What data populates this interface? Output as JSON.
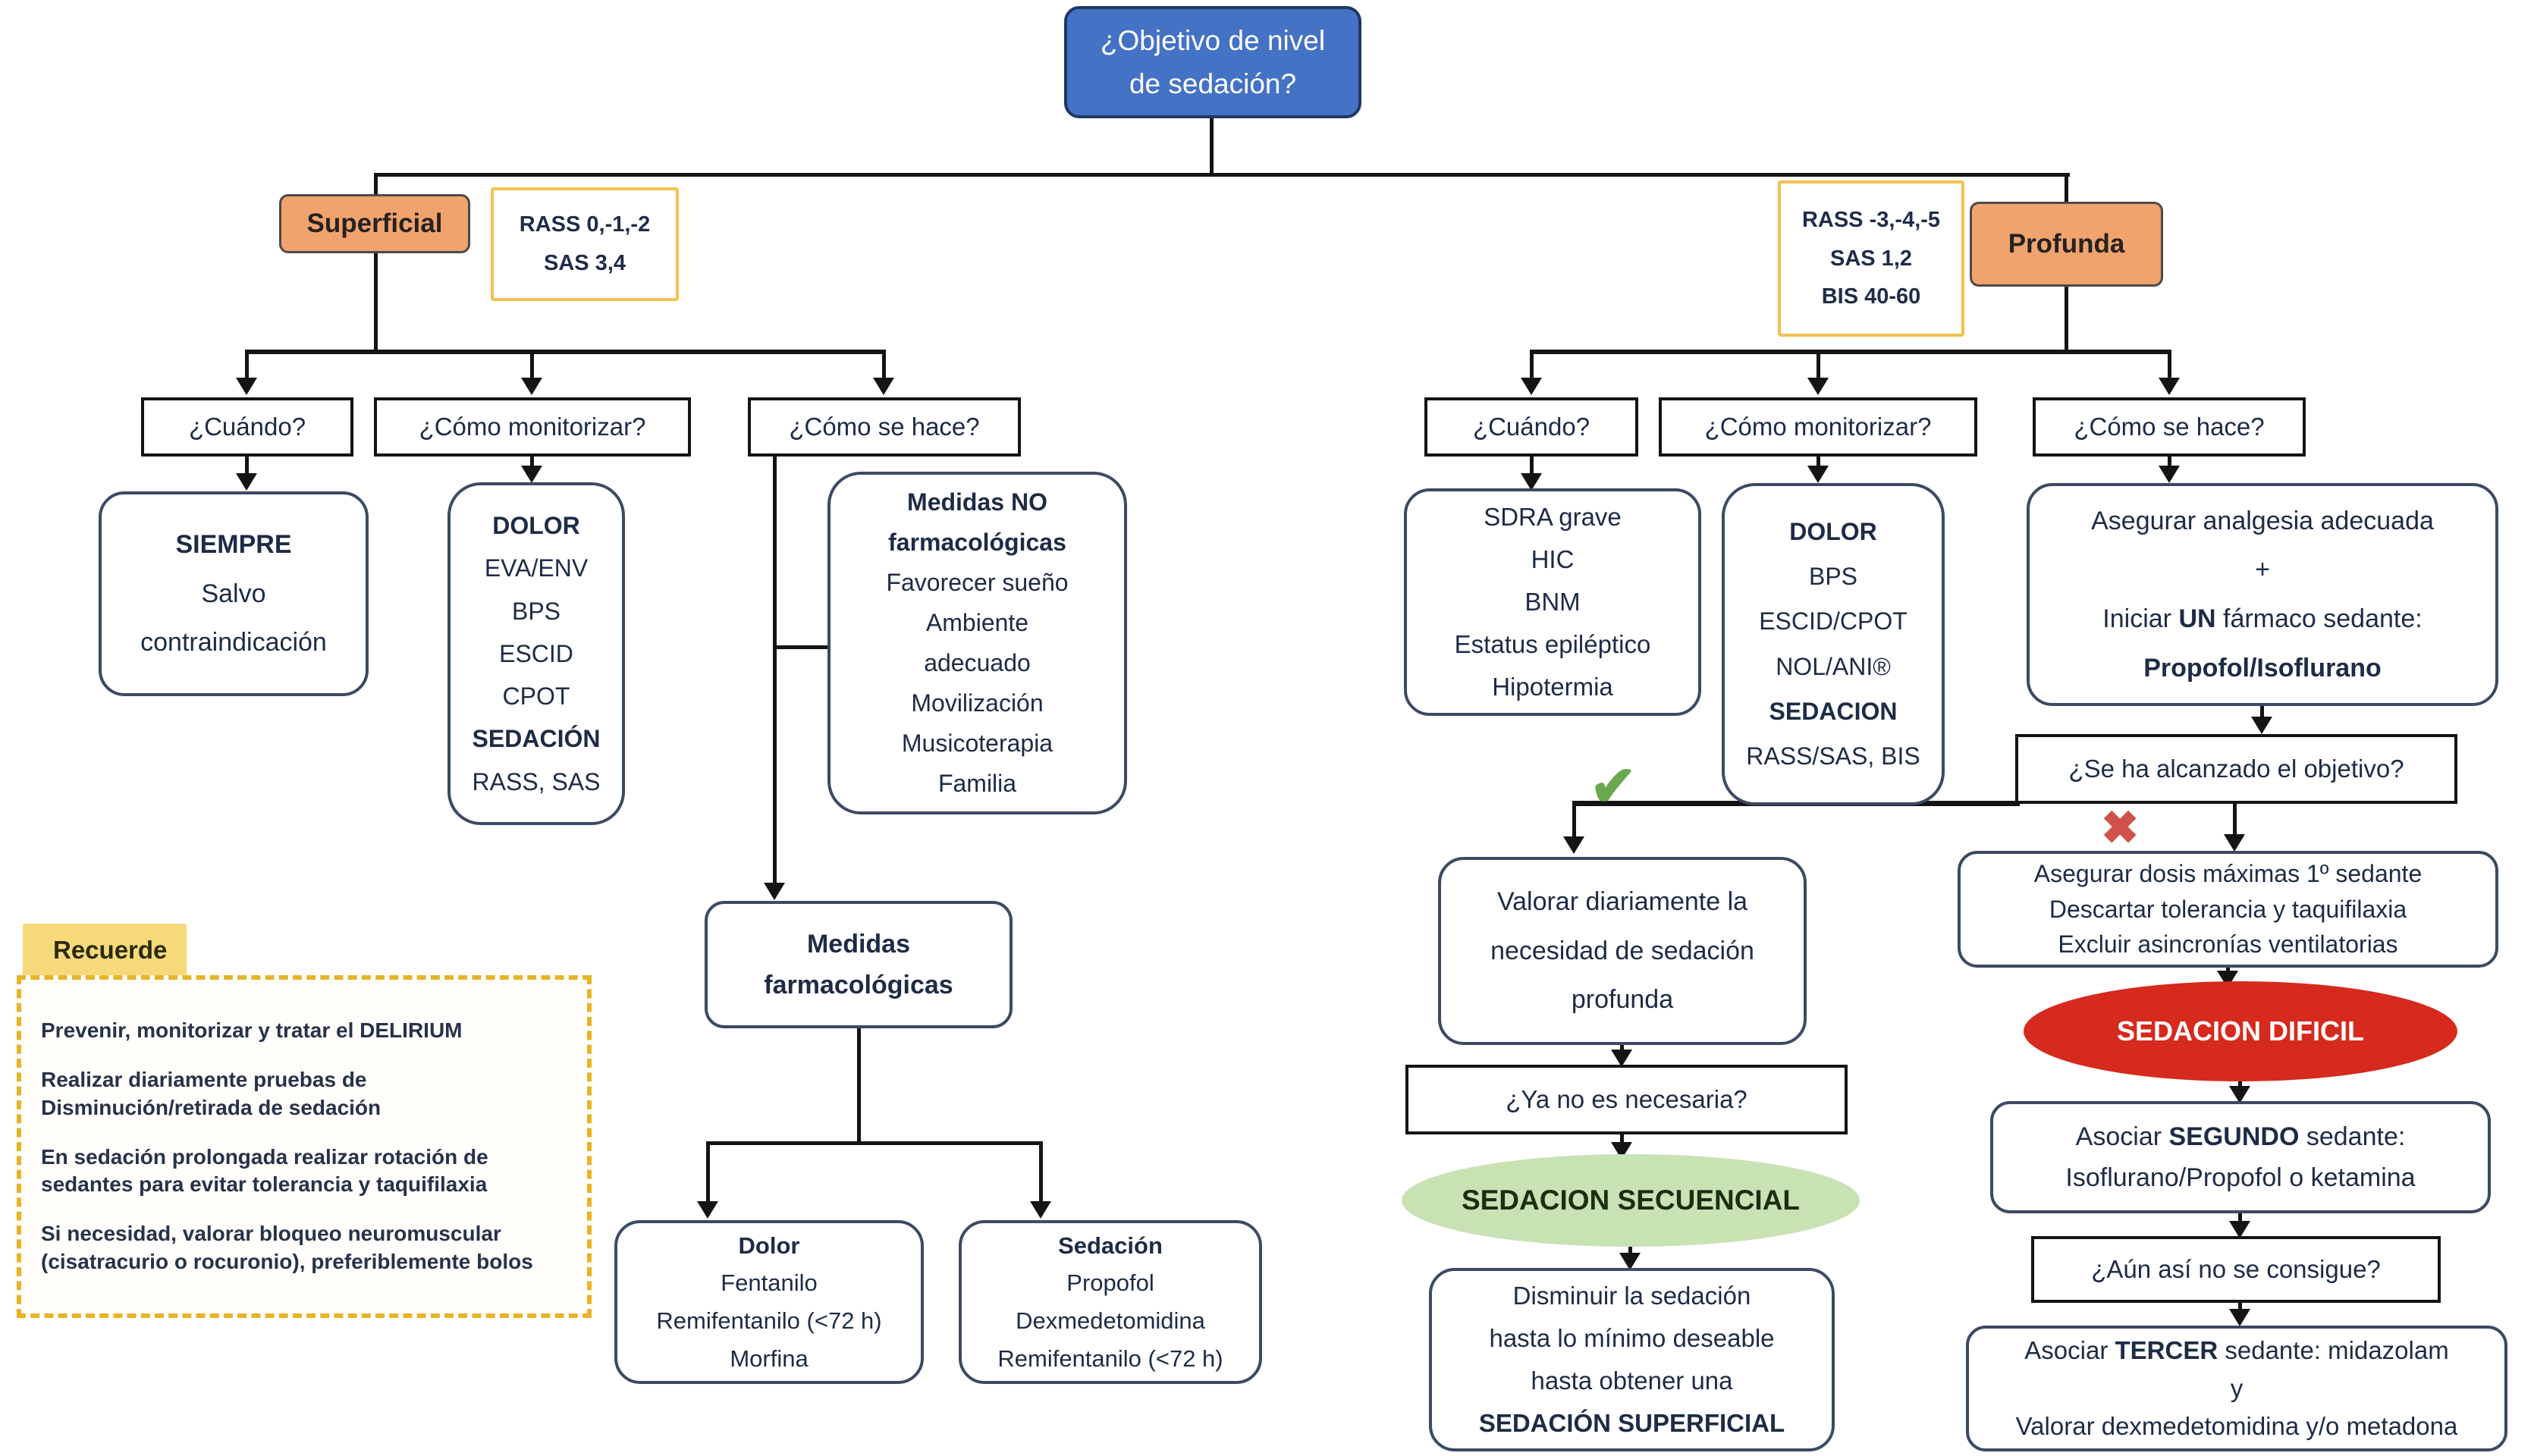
{
  "palette": {
    "root_fill": "#4472C4",
    "root_border": "#1F3864",
    "branch_fill": "#F1A36E",
    "criteria_border": "#F2C14E",
    "note_tab_fill": "#F7D97A",
    "note_border_dashed": "#E8B426",
    "ellipse_green": "#C8E2B4",
    "ellipse_red": "#D62A1E",
    "line_color": "#141414",
    "check_color": "#6AA84F",
    "x_color": "#CF5149"
  },
  "icons": {
    "check": "✔",
    "cross": "✖"
  },
  "nodes": {
    "root": {
      "lines": [
        "¿Objetivo de nivel",
        "de sedación?"
      ]
    },
    "superficial": {
      "lines": [
        "Superficial"
      ]
    },
    "profunda": {
      "lines": [
        "Profunda"
      ]
    },
    "rass_l": {
      "lines": [
        {
          "t": "RASS 0,-1,-2",
          "b": true
        },
        {
          "t": "SAS 3,4",
          "b": true
        }
      ]
    },
    "rass_r": {
      "lines": [
        {
          "t": "RASS -3,-4,-5",
          "b": true
        },
        {
          "t": "SAS 1,2",
          "b": true
        },
        {
          "t": "BIS 40-60",
          "b": true
        }
      ]
    },
    "q_when_l": {
      "lines": [
        "¿Cuándo?"
      ]
    },
    "q_mon_l": {
      "lines": [
        "¿Cómo monitorizar?"
      ]
    },
    "q_how_l": {
      "lines": [
        "¿Cómo se hace?"
      ]
    },
    "q_when_r": {
      "lines": [
        "¿Cuándo?"
      ]
    },
    "q_mon_r": {
      "lines": [
        "¿Cómo monitorizar?"
      ]
    },
    "q_how_r": {
      "lines": [
        "¿Cómo se hace?"
      ]
    },
    "siempre": {
      "lines": [
        {
          "t": "SIEMPRE",
          "b": true
        },
        "Salvo",
        "contraindicación"
      ]
    },
    "dolor_monitor_l": {
      "lines": [
        {
          "t": "DOLOR",
          "b": true
        },
        "EVA/ENV",
        "BPS",
        "ESCID",
        "CPOT",
        {
          "t": "SEDACIÓN",
          "b": true
        },
        "RASS, SAS"
      ]
    },
    "medidas_no": {
      "lines": [
        {
          "t": "Medidas NO",
          "b": true
        },
        {
          "t": "farmacológicas",
          "b": true
        },
        "Favorecer sueño",
        "Ambiente",
        "adecuado",
        "Movilización",
        "Musicoterapia",
        "Familia"
      ]
    },
    "medidas_farm": {
      "lines": [
        {
          "t": "Medidas",
          "b": true
        },
        {
          "t": "farmacológicas",
          "b": true
        }
      ]
    },
    "dolor_farm": {
      "lines": [
        {
          "t": "Dolor",
          "b": true
        },
        "Fentanilo",
        "Remifentanilo (<72 h)",
        "Morfina"
      ]
    },
    "sedacion_farm": {
      "lines": [
        {
          "t": "Sedación",
          "b": true
        },
        "Propofol",
        "Dexmedetomidina",
        "Remifentanilo (<72 h)"
      ]
    },
    "recuerde": {
      "title": "Recuerde",
      "items": [
        "Prevenir, monitorizar y tratar el DELIRIUM",
        "Realizar diariamente pruebas de Disminución/retirada de sedación",
        "En sedación prolongada realizar rotación de sedantes para evitar tolerancia y taquifilaxia",
        "Si necesidad, valorar bloqueo neuromuscular (cisatracurio o rocuronio), preferiblemente bolos"
      ]
    },
    "sdra": {
      "lines": [
        "SDRA grave",
        "HIC",
        "BNM",
        "Estatus epiléptico",
        "Hipotermia"
      ]
    },
    "dolor_monitor_r": {
      "lines": [
        {
          "t": "DOLOR",
          "b": true
        },
        "BPS",
        "ESCID/CPOT",
        "NOL/ANI®",
        {
          "t": "SEDACION",
          "b": true
        },
        "RASS/SAS, BIS"
      ]
    },
    "asegurar": {
      "lines": [
        "Asegurar analgesia adecuada",
        "+",
        {
          "parts": [
            {
              "t": "Iniciar "
            },
            {
              "t": "UN",
              "b": true
            },
            {
              "t": " fármaco sedante:"
            }
          ]
        },
        {
          "t": "Propofol/Isoflurano",
          "b": true
        }
      ]
    },
    "objetivo": {
      "lines": [
        "¿Se ha alcanzado el objetivo?"
      ]
    },
    "valorar": {
      "lines": [
        "Valorar diariamente la",
        "necesidad de sedación",
        "profunda"
      ]
    },
    "ya_no": {
      "lines": [
        "¿Ya no es necesaria?"
      ]
    },
    "secuencial": {
      "lines": [
        "SEDACION SECUENCIAL"
      ]
    },
    "disminuir": {
      "lines": [
        "Disminuir la sedación",
        "hasta lo mínimo deseable",
        "hasta obtener una",
        {
          "t": "SEDACIÓN SUPERFICIAL",
          "b": true
        }
      ]
    },
    "dosis": {
      "lines": [
        "Asegurar dosis máximas 1º sedante",
        "Descartar tolerancia y taquifilaxia",
        "Excluir asincronías ventilatorias"
      ]
    },
    "dificil": {
      "lines": [
        "SEDACION DIFICIL"
      ]
    },
    "segundo": {
      "lines": [
        {
          "parts": [
            {
              "t": "Asociar "
            },
            {
              "t": "SEGUNDO",
              "b": true
            },
            {
              "t": " sedante:"
            }
          ]
        },
        "Isoflurano/Propofol o ketamina"
      ]
    },
    "aun_asi": {
      "lines": [
        "¿Aún así no se consigue?"
      ]
    },
    "tercer": {
      "lines": [
        {
          "parts": [
            {
              "t": "Asociar "
            },
            {
              "t": "TERCER",
              "b": true
            },
            {
              "t": " sedante: midazolam"
            }
          ]
        },
        "y",
        "Valorar dexmedetomidina y/o metadona"
      ]
    }
  }
}
